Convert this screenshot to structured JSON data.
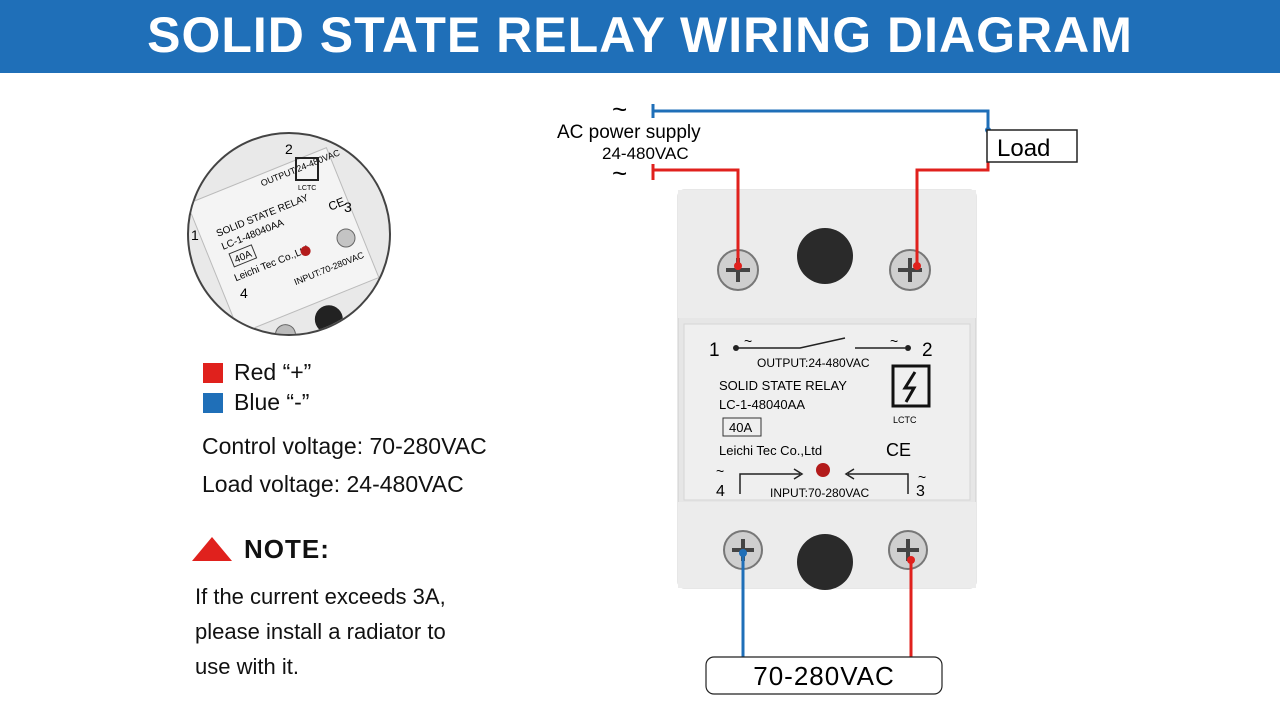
{
  "title": "SOLID STATE RELAY WIRING DIAGRAM",
  "colors": {
    "banner": "#1f6fb8",
    "red_wire": "#e0211d",
    "blue_wire": "#1f6fb8",
    "warning": "#e0211d"
  },
  "legend": [
    {
      "color": "#e0211d",
      "label": "Red “+”"
    },
    {
      "color": "#1f6fb8",
      "label": "Blue “-”"
    }
  ],
  "specs": {
    "control": "Control voltage: 70-280VAC",
    "load": "Load voltage: 24-480VAC"
  },
  "note": {
    "icon": "warning-triangle-icon",
    "title": "NOTE:",
    "lines": [
      "If the current exceeds 3A,",
      "please install a radiator to",
      "use with it."
    ]
  },
  "wiring": {
    "tilde": "~",
    "ac_supply": "AC power supply",
    "ac_range": "24-480VAC",
    "load": "Load",
    "control_input": "70-280VAC"
  },
  "relay": {
    "terminal_1": "1",
    "terminal_2": "2",
    "terminal_3": "3",
    "terminal_4": "4",
    "output": "OUTPUT:24-480VAC",
    "name": "SOLID STATE RELAY",
    "model": "LC-1-48040AA",
    "rating": "40A",
    "maker": "Leichi Tec Co.,Ltd",
    "input": "INPUT:70-280VAC",
    "brand": "LCTC",
    "ce": "CE"
  }
}
